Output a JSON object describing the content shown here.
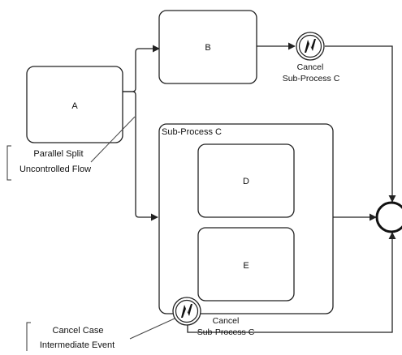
{
  "diagram": {
    "tasks": {
      "a": "A",
      "b": "B",
      "d": "D",
      "e": "E"
    },
    "subprocess": {
      "title": "Sub-Process C"
    },
    "events": {
      "cancel_top": {
        "line1": "Cancel",
        "line2": "Sub-Process C"
      },
      "cancel_bottom": {
        "line1": "Cancel",
        "line2": "Sub-Process C"
      }
    },
    "annotations": {
      "parallel": {
        "line1": "Parallel Split",
        "line2": "Uncontrolled Flow"
      },
      "cancel_case": {
        "line1": "Cancel Case",
        "line2": "Intermediate Event"
      }
    },
    "icons": {
      "cancel_event": "cancel-intermediate-event-icon",
      "end_event": "end-event-icon"
    }
  }
}
